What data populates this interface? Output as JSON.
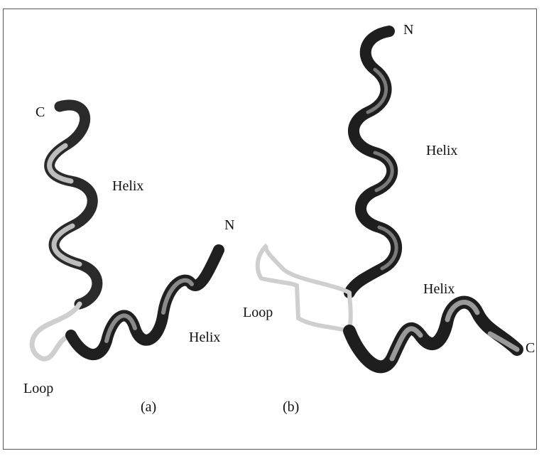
{
  "panels": [
    {
      "caption": "(a)",
      "labels": {
        "terminus_start": "N",
        "terminus_end": "C",
        "helix_upper": "Helix",
        "helix_lower": "Helix",
        "loop": "Loop"
      }
    },
    {
      "caption": "(b)",
      "labels": {
        "terminus_start": "N",
        "terminus_end": "C",
        "helix_upper": "Helix",
        "helix_lower": "Helix",
        "loop": "Loop"
      }
    }
  ],
  "colors": {
    "ribbon_dark": "#1c1c1c",
    "ribbon_mid": "#777777",
    "ribbon_light": "#d9d9d9",
    "loop": "#cfcfcf"
  }
}
